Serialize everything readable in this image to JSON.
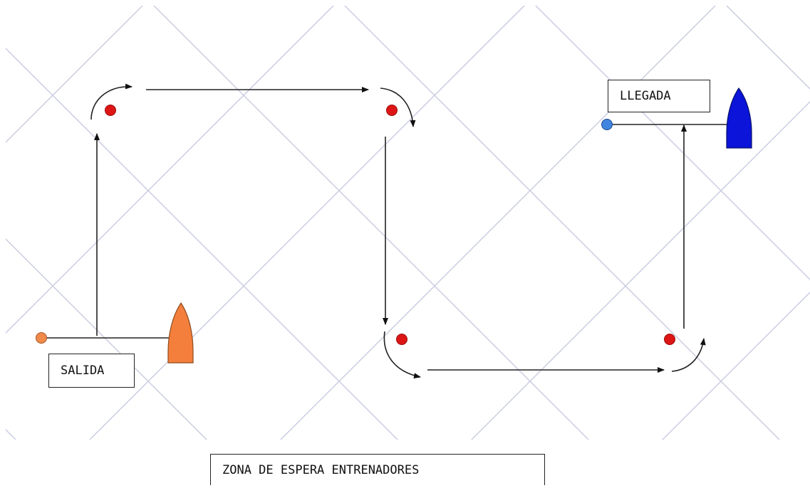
{
  "labels": {
    "start": "SALIDA",
    "finish": "LLEGADA",
    "coach_zone": "ZONA DE ESPERA ENTRENADORES"
  },
  "colors": {
    "grid": "#c9cbe0",
    "mark": "#dd1515",
    "start_boat": "#f47f3c",
    "start_pin": "#f08a4b",
    "finish_boat": "#0b14d8",
    "finish_pin": "#3f86e0",
    "course_line": "#222222"
  },
  "marks": [
    "mark-1",
    "mark-2",
    "mark-3",
    "mark-4"
  ]
}
